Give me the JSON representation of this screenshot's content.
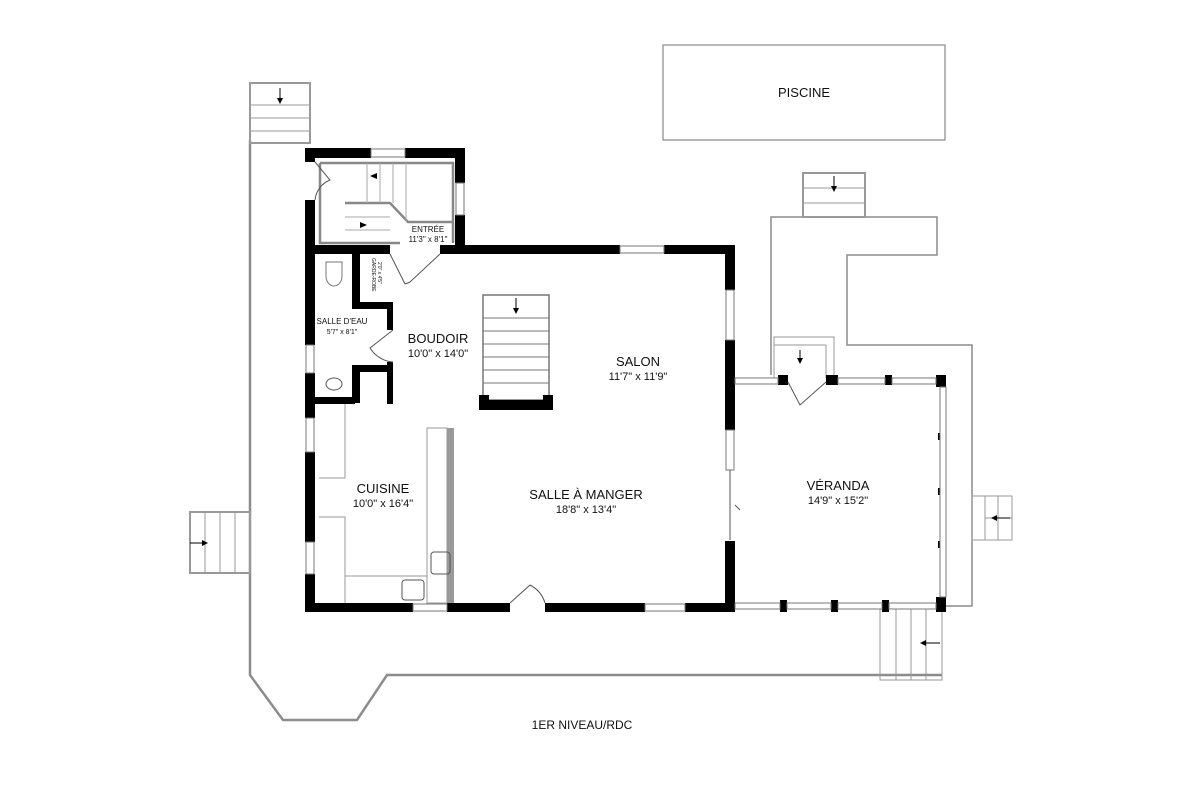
{
  "level_label": "1ER NIVEAU/RDC",
  "pool": {
    "label": "PISCINE"
  },
  "rooms": {
    "entree": {
      "name": "ENTRÉE",
      "dims": "11'3\" x 8'1\""
    },
    "garde_robe": {
      "name": "GARDE-ROBE",
      "dims": "2'0\" x 4'5\""
    },
    "salle_eau": {
      "name": "SALLE D'EAU",
      "dims": "5'7\" x 8'1\""
    },
    "boudoir": {
      "name": "BOUDOIR",
      "dims": "10'0\" x 14'0\""
    },
    "salon": {
      "name": "SALON",
      "dims": "11'7\" x 11'9\""
    },
    "cuisine": {
      "name": "CUISINE",
      "dims": "10'0\" x 16'4\""
    },
    "salle_manger": {
      "name": "SALLE À MANGER",
      "dims": "18'8\" x 13'4\""
    },
    "veranda": {
      "name": "VÉRANDA",
      "dims": "14'9\" x 15'2\""
    }
  },
  "colors": {
    "wall": "#000000",
    "deck": "#8c8c8c",
    "line": "#999999"
  }
}
